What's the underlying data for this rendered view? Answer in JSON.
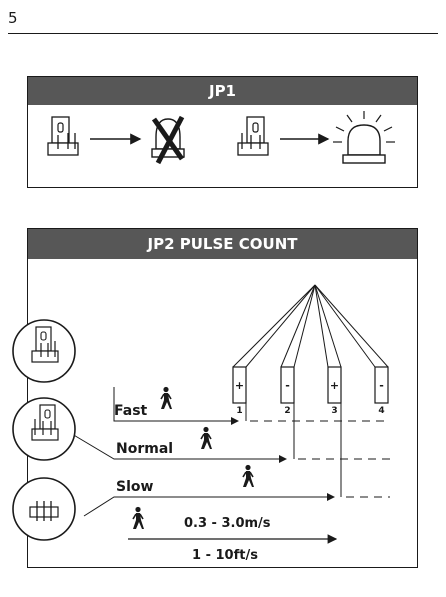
{
  "page": {
    "number": "5"
  },
  "jp1": {
    "title": "JP1"
  },
  "jp2": {
    "title": "JP2 PULSE COUNT",
    "speeds": {
      "fast": "Fast",
      "normal": "Normal",
      "slow": "Slow"
    },
    "zones": [
      {
        "number": "1",
        "sign": "+"
      },
      {
        "number": "2",
        "sign": "-"
      },
      {
        "number": "3",
        "sign": "+"
      },
      {
        "number": "4",
        "sign": "-"
      }
    ],
    "speed_range": {
      "metric": "0.3 - 3.0m/s",
      "imperial": "1 - 10ft/s"
    }
  },
  "icons": {
    "jumper_fitted": "jumper-fitted-icon",
    "no_light": "crossed-light-icon",
    "flashing_light": "flashing-light-icon",
    "walking_person": "walking-person-icon",
    "pin_header": "pin-header-icon"
  }
}
